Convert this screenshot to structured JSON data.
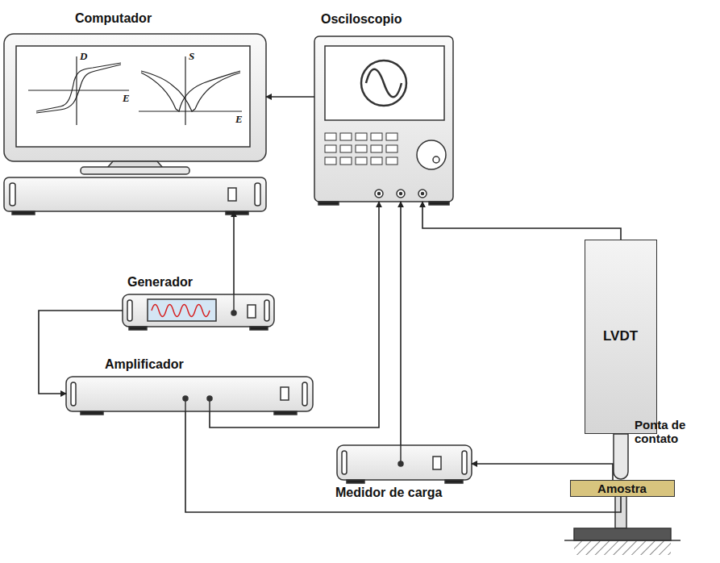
{
  "diagram": {
    "nodes": [
      {
        "text": [
          "Computador"
        ]
      },
      {
        "text": [
          "Osciloscopio"
        ]
      },
      {
        "text": [
          "Generador"
        ]
      },
      {
        "text": [
          "Amplificador"
        ]
      },
      {
        "text": [
          "Medidor de carga"
        ]
      },
      {
        "text": [
          "LVDT"
        ]
      },
      {
        "text": [
          "Amostra"
        ]
      }
    ],
    "edges": [
      {
        "from": 1,
        "to": 0,
        "arrow": "to"
      },
      {
        "from": 2,
        "to": 0,
        "arrow": "to"
      },
      {
        "from": 2,
        "to": 3,
        "arrow": "to"
      },
      {
        "from": 3,
        "to": 1,
        "arrow": "to"
      },
      {
        "from": 4,
        "to": 1,
        "arrow": "to"
      },
      {
        "from": 5,
        "to": 1,
        "arrow": "to"
      },
      {
        "from": 6,
        "to": 4,
        "arrow": "to"
      },
      {
        "from": 3,
        "to": 6,
        "arrow": "none"
      }
    ],
    "labels": [
      "D",
      "E",
      "S",
      "E",
      "Ponta de contato"
    ]
  }
}
